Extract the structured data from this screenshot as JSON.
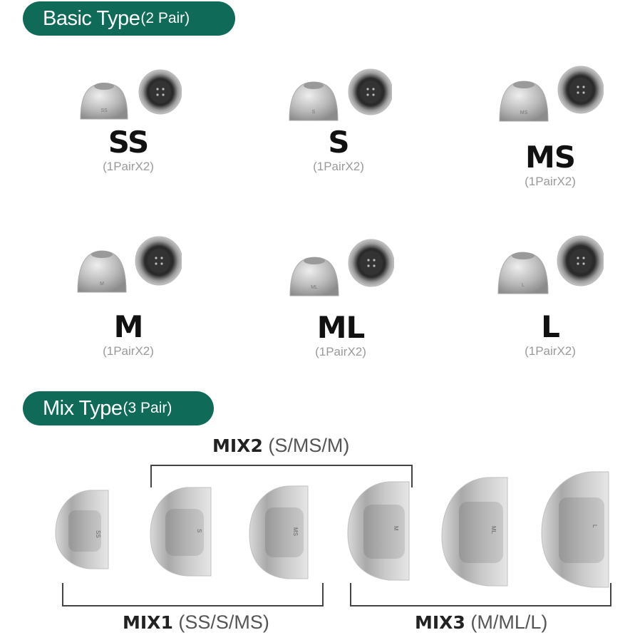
{
  "basic": {
    "badge_main": "Basic Type",
    "badge_paren": "(2 Pair)",
    "items": [
      {
        "size": "SS",
        "qty": "(1PairX2)"
      },
      {
        "size": "S",
        "qty": "(1PairX2)"
      },
      {
        "size": "MS",
        "qty": "(1PairX2)"
      },
      {
        "size": "M",
        "qty": "(1PairX2)"
      },
      {
        "size": "ML",
        "qty": "(1PairX2)"
      },
      {
        "size": "L",
        "qty": "(1PairX2)"
      }
    ]
  },
  "mix": {
    "badge_main": "Mix Type",
    "badge_paren": "(3 Pair)",
    "mix2": {
      "name": "MIX2",
      "sizes": "(S/MS/M)"
    },
    "mix1": {
      "name": "MIX1",
      "sizes": "(SS/S/MS)"
    },
    "mix3": {
      "name": "MIX3",
      "sizes": "(M/ML/L)"
    },
    "tips": [
      "SS",
      "S",
      "MS",
      "M",
      "ML",
      "L"
    ]
  }
}
